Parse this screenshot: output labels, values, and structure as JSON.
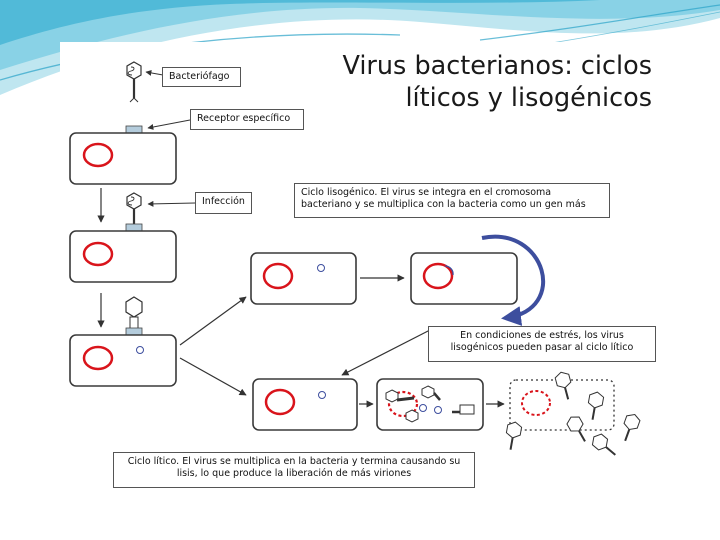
{
  "title": {
    "line1": "Virus bacterianos: ciclos",
    "line2": "líticos y lisogénicos"
  },
  "labels": {
    "bacteriophage": "Bacteriófago",
    "receptor": "Receptor específico",
    "infection": "Infección",
    "lysogenic": "Ciclo lisogénico. El virus se integra en el cromosoma bacteriano y se multiplica con la bacteria como un gen más",
    "stress": "En condiciones de estrés, los virus lisogénicos pueden pasar al ciclo lítico",
    "lytic": "Ciclo lítico. El virus se multiplica en la bacteria y termina causando su lisis, lo que produce la liberación de más viriones"
  },
  "colors": {
    "background": "#ffffff",
    "cell_outline": "#3a3a3a",
    "chromosome": "#d9141b",
    "curved_arrow": "#3d4e9e",
    "wave_accent": "#2aa3c7"
  }
}
